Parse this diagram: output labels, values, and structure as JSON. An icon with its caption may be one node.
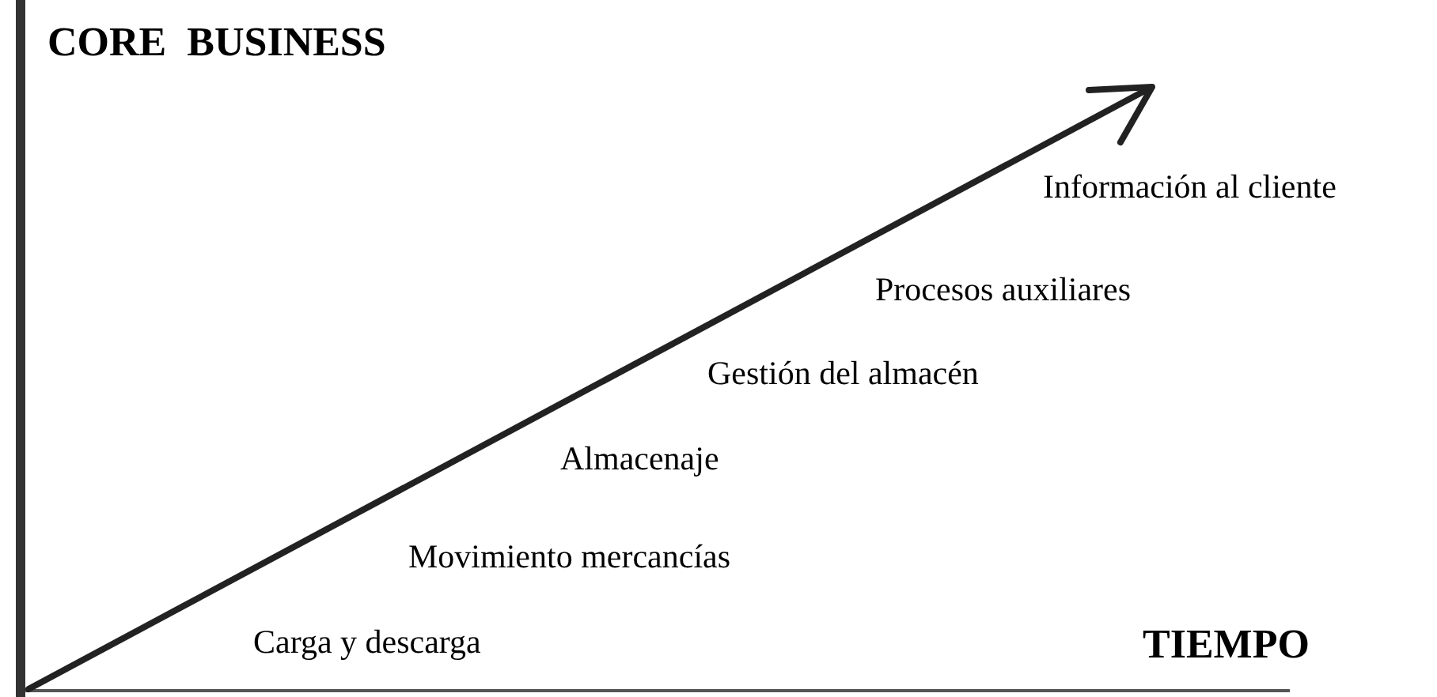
{
  "diagram": {
    "labels": [
      "CORE  BUSINESS",
      "Información al cliente",
      "Procesos auxiliares",
      "Gestión del almacén",
      "Almacenaje",
      "Movimiento mercancías",
      "Carga y descarga",
      "TIEMPO"
    ]
  }
}
